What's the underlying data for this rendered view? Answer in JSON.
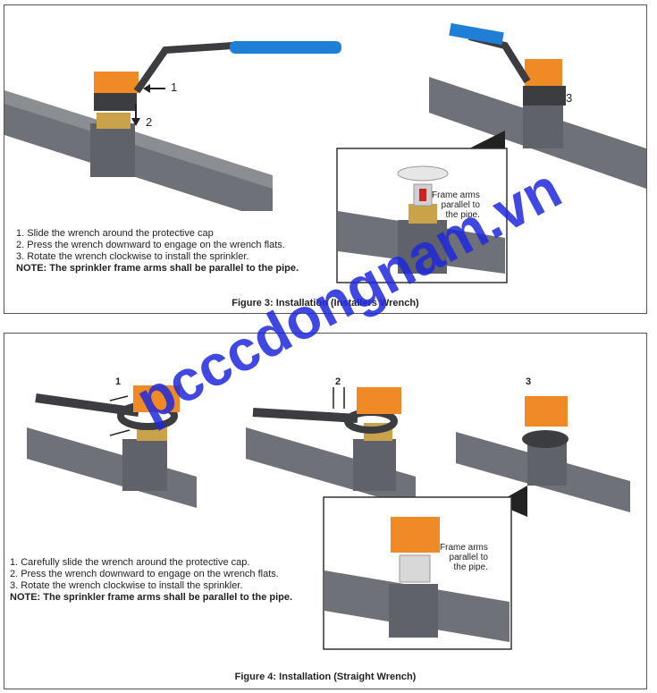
{
  "figure3": {
    "caption": "Figure 3: Installation (Installers Wrench)",
    "steps": [
      "1.  Slide the wrench around the protective cap",
      "2.  Press the wrench downward to engage on the wrench flats.",
      "3.  Rotate the wrench clockwise to install the sprinkler."
    ],
    "note": "NOTE: The sprinkler frame arms shall be parallel to the pipe.",
    "callouts": [
      "1",
      "2",
      "3"
    ],
    "inset_note": [
      "Frame arms",
      "parallel to",
      "the pipe."
    ]
  },
  "figure4": {
    "caption": "Figure 4: Installation (Straight Wrench)",
    "steps": [
      "1.  Carefully slide the wrench around the protective cap.",
      "2.  Press the wrench downward to engage on the wrench flats.",
      "3.  Rotate the wrench clockwise to install the sprinkler."
    ],
    "note": "NOTE: The sprinkler frame arms shall be parallel to the pipe.",
    "callouts": [
      "1",
      "2",
      "3"
    ],
    "inset_note": [
      "Frame arms",
      "parallel to",
      "the pipe."
    ]
  },
  "watermark": "pcccdongnam.vn",
  "colors": {
    "pipe": "#6e7177",
    "pipe_dark": "#55585d",
    "orange": "#f08a24",
    "brass": "#c9a24a",
    "handle_blue": "#1f7fd6",
    "wrench": "#3b3d40",
    "watermark": "#1e28dc"
  }
}
